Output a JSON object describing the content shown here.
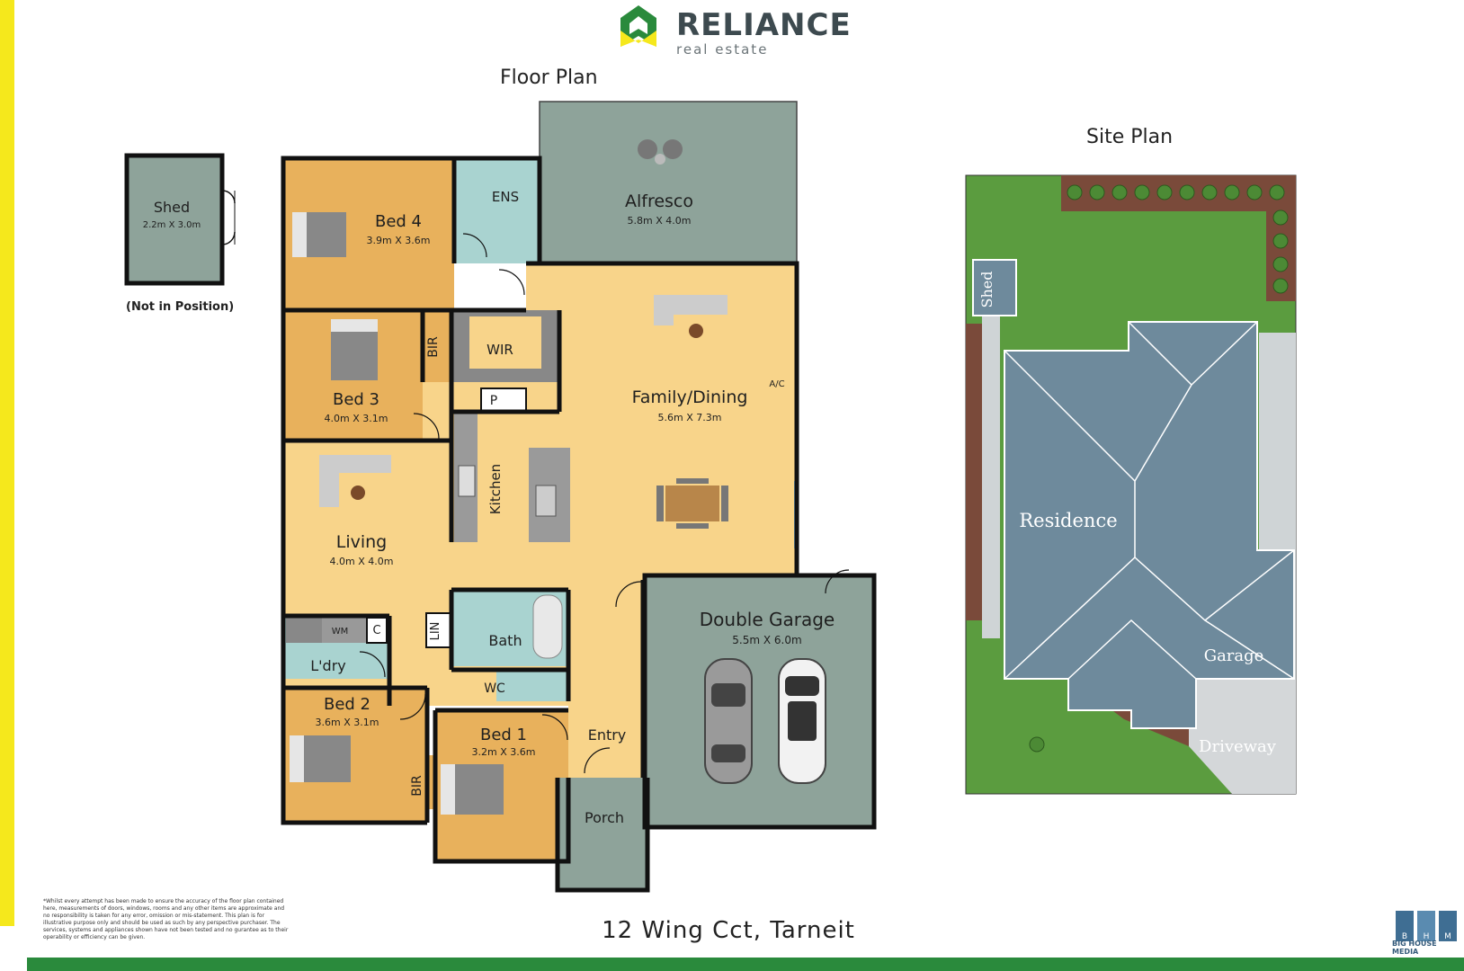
{
  "brand": {
    "name": "RELIANCE",
    "sub": "real estate",
    "green": "#2a8a3c",
    "yellow": "#f5e81c"
  },
  "floor_plan_title": "Floor Plan",
  "site_plan_title": "Site Plan",
  "address": "12 Wing Cct, Tarneit",
  "not_in_position": "(Not in Position)",
  "rooms": {
    "shed": {
      "name": "Shed",
      "dims": "2.2m X 3.0m"
    },
    "bed4": {
      "name": "Bed 4",
      "dims": "3.9m X 3.6m"
    },
    "ens": {
      "name": "ENS"
    },
    "alfresco": {
      "name": "Alfresco",
      "dims": "5.8m X 4.0m"
    },
    "bir_top": {
      "name": "BIR"
    },
    "wir": {
      "name": "WIR"
    },
    "bed3": {
      "name": "Bed 3",
      "dims": "4.0m X 3.1m"
    },
    "pantry": {
      "name": "P"
    },
    "family": {
      "name": "Family/Dining",
      "dims": "5.6m X 7.3m"
    },
    "ac": {
      "name": "A/C"
    },
    "kitchen": {
      "name": "Kitchen"
    },
    "living": {
      "name": "Living",
      "dims": "4.0m X 4.0m"
    },
    "wm": {
      "name": "WM"
    },
    "c": {
      "name": "C"
    },
    "lin": {
      "name": "LIN"
    },
    "bath": {
      "name": "Bath"
    },
    "garage": {
      "name": "Double Garage",
      "dims": "5.5m X 6.0m"
    },
    "laundry": {
      "name": "L'dry"
    },
    "wc": {
      "name": "WC"
    },
    "bed2": {
      "name": "Bed 2",
      "dims": "3.6m X 3.1m"
    },
    "bed1": {
      "name": "Bed 1",
      "dims": "3.2m X 3.6m"
    },
    "entry": {
      "name": "Entry"
    },
    "bir_bottom": {
      "name": "BIR"
    },
    "porch": {
      "name": "Porch"
    }
  },
  "site": {
    "shed": "Shed",
    "residence": "Residence",
    "garage": "Garage",
    "driveway": "Driveway"
  },
  "disclaimer": "*Whilst every attempt has been made to ensure the accuracy of the floor plan contained here, measurements of doors, windows, rooms and any other items are approximate and no responsibility is taken for any error, omission or mis-statement. This plan is for illustrative purpose only and should be used as such by any perspective purchaser. The services, systems and appliances shown have not been tested and no gurantee as to their operability or efficiency can be given.",
  "credit": {
    "letters": [
      "B",
      "H",
      "M"
    ],
    "name": "BIG HOUSE MEDIA"
  },
  "colors": {
    "bedroom": "#e8b15c",
    "living": "#f8d48a",
    "wet": "#a9d3d0",
    "outdoor": "#8ea39a",
    "wall": "#111111",
    "roof": "#6e8a9c",
    "lawn": "#5b9c3f"
  }
}
